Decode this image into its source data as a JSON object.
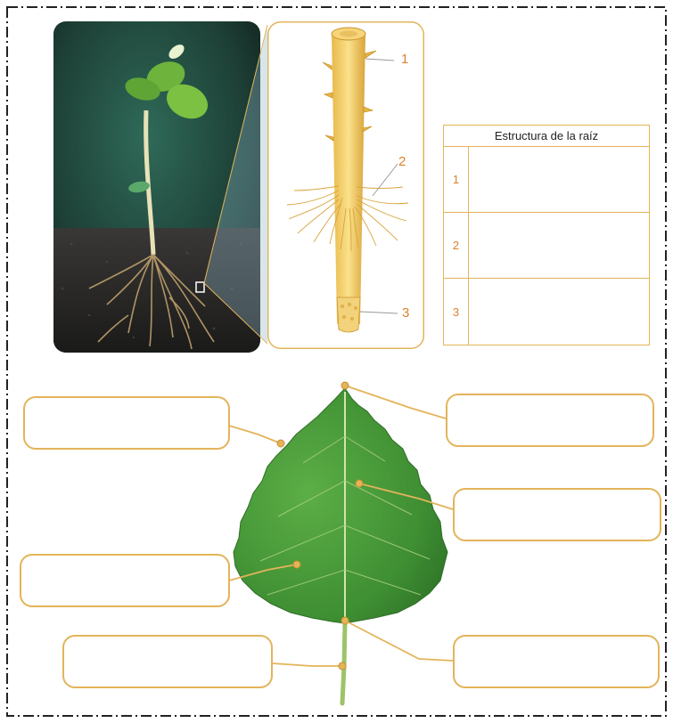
{
  "root_table": {
    "header": "Estructura de la raíz",
    "rows": [
      "1",
      "2",
      "3"
    ]
  },
  "root_callouts": [
    "1",
    "2",
    "3"
  ],
  "colors": {
    "frame": "#222222",
    "accent_line": "#e3b45a",
    "number_text": "#d9822b",
    "leaf_green": "#4e9e3a",
    "root_yellow": "#f2c95a",
    "photo_background": "#1c3a30",
    "soil": "#2a2a2a"
  }
}
